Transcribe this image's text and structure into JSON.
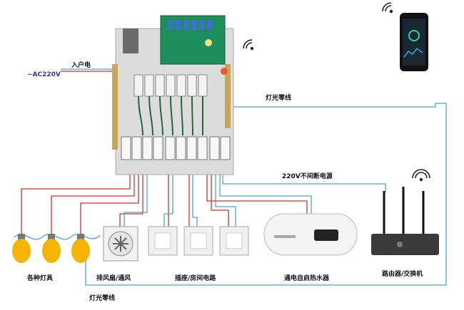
{
  "labels": {
    "ac_input": "~AC220V",
    "incoming_power": "入户电",
    "light_neutral_right": "灯光零线",
    "uninterrupted_power": "220V不间断电源",
    "lamps": "各种灯具",
    "exhaust_fan": "排风扇/通风",
    "sockets": "插座/房间电路",
    "water_heater": "通电自启热水器",
    "router": "路由器/交换机",
    "light_neutral_bottom": "灯光零线"
  },
  "colors": {
    "live_wire": "#d32f2f",
    "neutral_wire": "#4aa3d8",
    "board_green": "#1e8f5a",
    "panel_bg": "#dcdcdc",
    "lamp_yellow": "#f5b400"
  },
  "icons": {
    "wifi": "wifi-signal-icon",
    "phone": "smartphone-app-icon",
    "lamp": "light-bulb-icon",
    "fan": "exhaust-fan-icon",
    "socket": "wall-socket-icon",
    "heater": "water-heater-icon",
    "router": "router-icon"
  }
}
